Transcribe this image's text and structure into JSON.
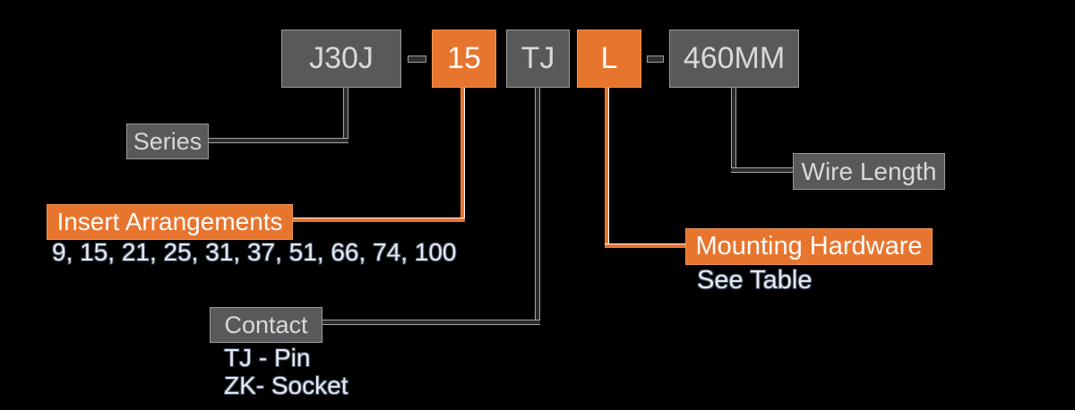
{
  "colors": {
    "background": "#000000",
    "accent_orange": "#E8752E",
    "box_gray": "#58595B",
    "box_text_light": "#D8D9DB",
    "note_text": "#E6EAF1"
  },
  "code": {
    "separator": "-",
    "boxes": [
      {
        "id": "series",
        "text": "J30J",
        "variant": "gray"
      },
      {
        "id": "insert-arrangement",
        "text": "15",
        "variant": "orange"
      },
      {
        "id": "contact",
        "text": "TJ",
        "variant": "gray"
      },
      {
        "id": "mounting-hardware",
        "text": "L",
        "variant": "orange"
      },
      {
        "id": "wire-length",
        "text": "460MM",
        "variant": "gray"
      }
    ]
  },
  "callouts": {
    "series": {
      "label": "Series"
    },
    "insert_arrangements": {
      "label": "Insert Arrangements",
      "values": "9, 15, 21, 25, 31, 37, 51, 66, 74, 100"
    },
    "contact": {
      "label": "Contact",
      "option1": "TJ - Pin",
      "option2": "ZK- Socket"
    },
    "mounting_hardware": {
      "label": "Mounting Hardware",
      "note": "See Table"
    },
    "wire_length": {
      "label": "Wire Length"
    }
  }
}
